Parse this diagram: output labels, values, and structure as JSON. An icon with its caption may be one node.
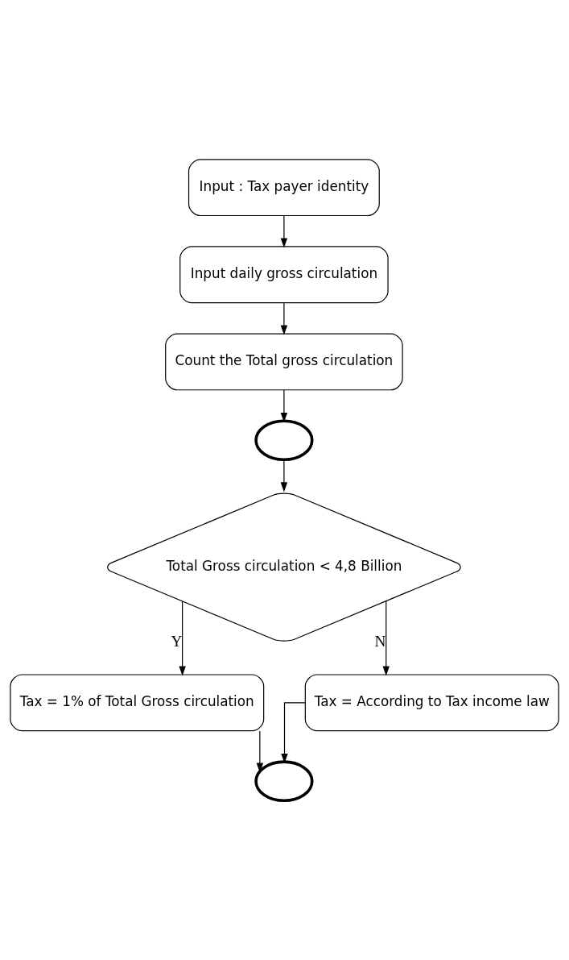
{
  "diagram": {
    "nodes": [
      {
        "text": [
          "Input : Tax payer identity"
        ]
      },
      {
        "text": [
          "Input daily gross circulation"
        ]
      },
      {
        "text": [
          "Count the Total gross circulation"
        ]
      },
      {
        "text": [],
        "shape": "circle"
      },
      {
        "text": [
          "Total Gross circulation < 4,8 Billion"
        ]
      },
      {
        "text": [
          "Tax = 1% of Total Gross circulation"
        ]
      },
      {
        "text": [
          "Tax = According to Tax income law"
        ]
      },
      {
        "text": [],
        "shape": "circle"
      }
    ],
    "edges": [
      {
        "from": 0,
        "to": 1,
        "arrow": "to"
      },
      {
        "from": 1,
        "to": 2,
        "arrow": "to"
      },
      {
        "from": 2,
        "to": 3,
        "arrow": "to"
      },
      {
        "from": 3,
        "to": 4,
        "arrow": "to"
      },
      {
        "from": 4,
        "to": 5,
        "arrow": "to",
        "label": "Y"
      },
      {
        "from": 4,
        "to": 6,
        "arrow": "to",
        "label": "N"
      },
      {
        "from": 5,
        "to": 7,
        "arrow": "to"
      },
      {
        "from": 6,
        "to": 7,
        "arrow": "to"
      }
    ]
  }
}
